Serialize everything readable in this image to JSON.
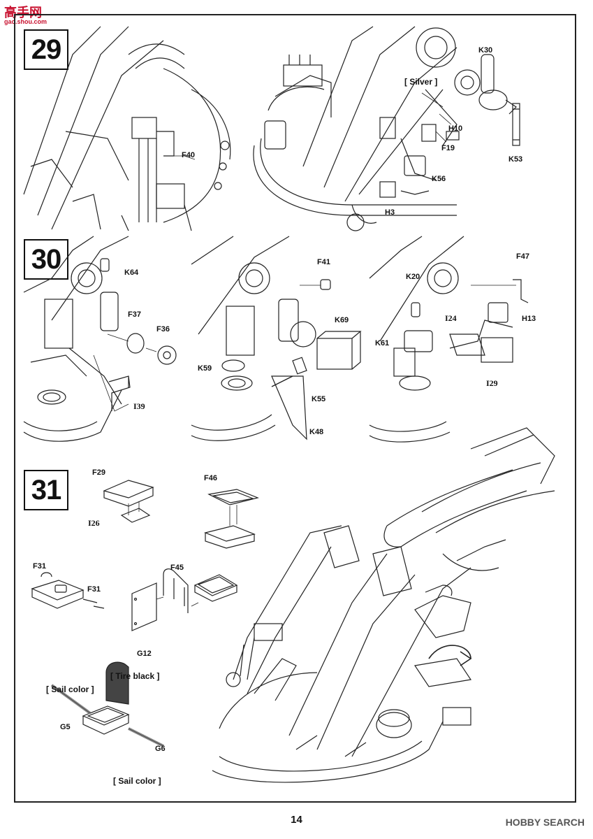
{
  "page_number": "14",
  "logo": {
    "text": "高手网",
    "sub": "gao.shou.com"
  },
  "watermark": {
    "text": "HOBBY SEARCH"
  },
  "steps": [
    {
      "number": "29",
      "labels": [
        "F40",
        "K30",
        "[ Silver ]",
        "H10",
        "F19",
        "K53",
        "K56",
        "H3"
      ]
    },
    {
      "number": "30",
      "labels": [
        "K64",
        "F37",
        "F36",
        "I39",
        "F41",
        "K69",
        "K59",
        "K55",
        "K48",
        "F47",
        "K20",
        "I24",
        "H13",
        "K61",
        "I29"
      ]
    },
    {
      "number": "31",
      "labels": [
        "F29",
        "I26",
        "F46",
        "F31",
        "F31",
        "F45",
        "G12",
        "[ Tire black ]",
        "[ Sail color ]",
        "G5",
        "G6",
        "[ Sail color ]"
      ]
    }
  ]
}
